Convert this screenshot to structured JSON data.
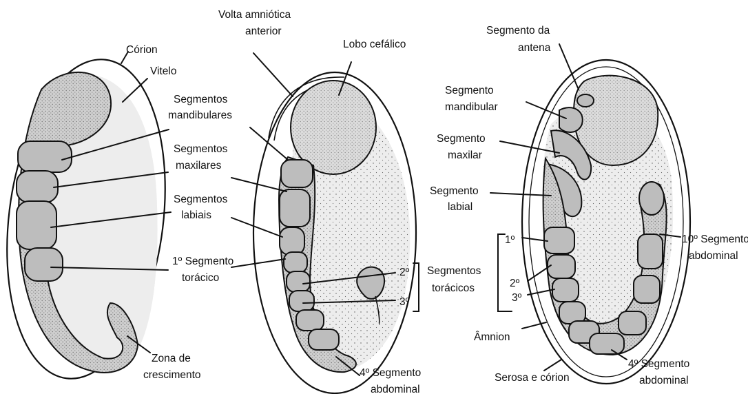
{
  "figure": {
    "embryo1": {
      "corion": "Córion",
      "vitelo": "Vitelo",
      "seg_mandibulares": [
        "Segmentos",
        "mandibulares"
      ],
      "seg_maxilares": [
        "Segmentos",
        "maxilares"
      ],
      "seg_labiais": [
        "Segmentos",
        "labiais"
      ],
      "seg_toracico": [
        "1º Segmento",
        "torácico"
      ],
      "zona": [
        "Zona de",
        "crescimento"
      ]
    },
    "embryo2": {
      "volta": [
        "Volta amniótica",
        "anterior"
      ],
      "lobo": "Lobo cefálico",
      "num_2": "2º",
      "num_3": "3º",
      "seg_toracicos": [
        "Segmentos",
        "torácicos"
      ],
      "seg_abdominal": [
        "4º Segmento",
        "abdominal"
      ]
    },
    "embryo3": {
      "antena": [
        "Segmento da",
        "antena"
      ],
      "mandibular": [
        "Segmento",
        "mandibular"
      ],
      "maxilar": [
        "Segmento",
        "maxilar"
      ],
      "labial": [
        "Segmento",
        "labial"
      ],
      "num_1": "1º",
      "num_2": "2º",
      "num_3": "3º",
      "amnion": "Âmnion",
      "serosa": "Serosa e córion",
      "seg_abdominal": [
        "4º Segmento",
        "abdominal"
      ],
      "seg_10": [
        "10º Segmento",
        "abdominal"
      ]
    }
  }
}
